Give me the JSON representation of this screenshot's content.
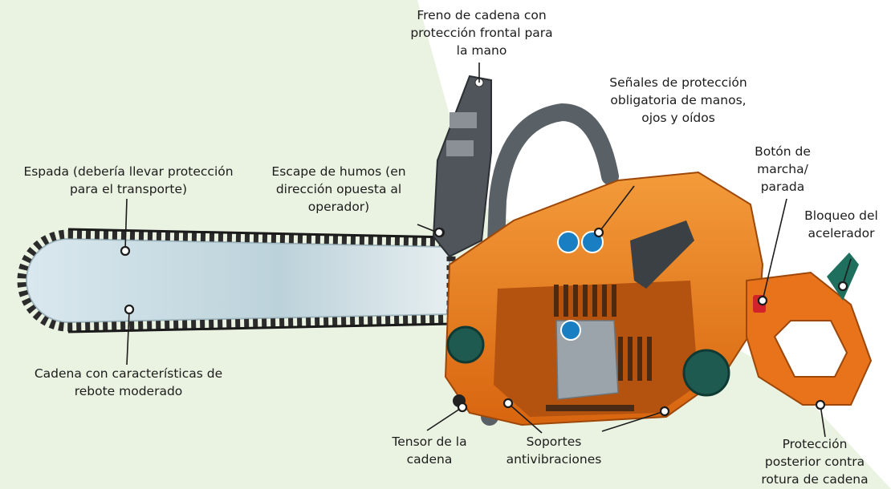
{
  "labels": {
    "chain_brake": "Freno de cadena con\nprotección frontal para\nla mano",
    "safety_signs": "Señales de protección\nobligatoria de manos,\nojos y oídos",
    "start_stop": "Botón de\nmarcha/\nparada",
    "throttle_lock": "Bloqueo del\nacelerador",
    "bar": "Espada (debería llevar protección\npara el transporte)",
    "exhaust": "Escape de humos (en\ndirección opuesta al\noperador)",
    "chain": "Cadena con características de\nrebote moderado",
    "tensioner": "Tensor de la\ncadena",
    "anti_vibration": "Soportes\nantivibraciones",
    "rear_guard": "Protección\nposterior contra\nrotura de cadena"
  },
  "colors": {
    "background_tint": "#eaf3e1",
    "body_orange": "#e8731a",
    "body_dark_orange": "#b4520f",
    "handle_grey": "#4f555a",
    "bar_blue": "#c9dde4",
    "chain_dark": "#2b2b2b",
    "safety_blue": "#1a7fc2",
    "start_button_red": "#d2232a",
    "throttle_green": "#1f6f5f"
  },
  "icons": [
    "hand-protection-icon",
    "eye-protection-icon",
    "ear-protection-icon"
  ]
}
